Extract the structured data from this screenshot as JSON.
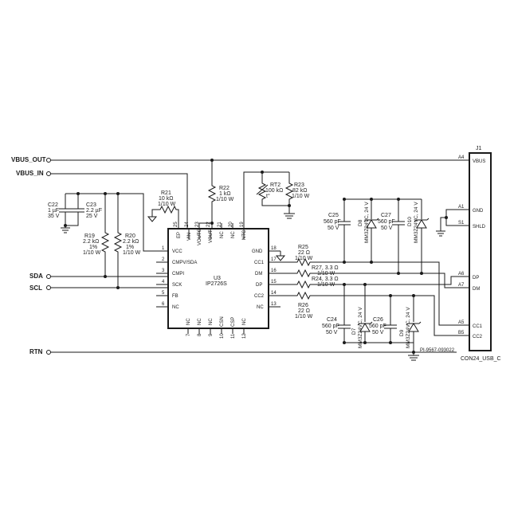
{
  "nets": {
    "vbus_out": "VBUS_OUT",
    "vbus_in": "VBUS_IN",
    "sda": "SDA",
    "scl": "SCL",
    "rtn": "RTN"
  },
  "ic": {
    "ref": "U3",
    "part": "IP2726S",
    "left_pins": [
      {
        "num": "1",
        "name": "VCC"
      },
      {
        "num": "2",
        "name": "CMPV/SDA"
      },
      {
        "num": "3",
        "name": "CMPI"
      },
      {
        "num": "4",
        "name": "SCK"
      },
      {
        "num": "5",
        "name": "FB"
      },
      {
        "num": "6",
        "name": "NC"
      }
    ],
    "right_pins": [
      {
        "num": "18",
        "name": "GND"
      },
      {
        "num": "17",
        "name": "CC1"
      },
      {
        "num": "16",
        "name": "DM"
      },
      {
        "num": "15",
        "name": "DP"
      },
      {
        "num": "14",
        "name": "CC2"
      },
      {
        "num": "13",
        "name": "NC"
      }
    ],
    "top_pins": [
      {
        "num": "25",
        "name": "EP"
      },
      {
        "num": "24",
        "name": "VIN"
      },
      {
        "num": "23",
        "name": "VOUTG"
      },
      {
        "num": "22",
        "name": "VOUT"
      },
      {
        "num": "21",
        "name": "NC"
      },
      {
        "num": "20",
        "name": "NC"
      },
      {
        "num": "19",
        "name": "NTC"
      }
    ],
    "bottom_pins": [
      {
        "num": "7",
        "name": "NC"
      },
      {
        "num": "8",
        "name": "NC"
      },
      {
        "num": "9",
        "name": "NC"
      },
      {
        "num": "10",
        "name": "CSN"
      },
      {
        "num": "11",
        "name": "CSP"
      },
      {
        "num": "12",
        "name": "NC"
      }
    ]
  },
  "components": {
    "c22": {
      "ref": "C22",
      "v1": "1 µF",
      "v2": "35 V"
    },
    "c23": {
      "ref": "C23",
      "v1": "2.2 µF",
      "v2": "25 V"
    },
    "r19": {
      "ref": "R19",
      "v1": "2.2 kΩ",
      "v2": "1%",
      "v3": "1/10 W"
    },
    "r20": {
      "ref": "R20",
      "v1": "2.2 kΩ",
      "v2": "1%",
      "v3": "1/10 W"
    },
    "r21": {
      "ref": "R21",
      "v1": "10 kΩ",
      "v2": "1/10 W"
    },
    "r22": {
      "ref": "R22",
      "v1": "1 kΩ",
      "v2": "1/10 W"
    },
    "rt2": {
      "ref": "RT2",
      "v1": "100 kΩ",
      "v2": "t°"
    },
    "r23": {
      "ref": "R23",
      "v1": "82 kΩ",
      "v2": "1/10 W"
    },
    "r25": {
      "ref": "R25",
      "v1": "22 Ω",
      "v2": "1/10 W"
    },
    "r27": {
      "ref": "R27, 3.3 Ω",
      "v1": "1/10 W"
    },
    "r24": {
      "ref": "R24, 3.3 Ω",
      "v1": "1/10 W"
    },
    "r26": {
      "ref": "R26",
      "v1": "22 Ω",
      "v2": "1/10 W"
    },
    "c25": {
      "ref": "C25",
      "v1": "560 pF",
      "v2": "50 V"
    },
    "c27": {
      "ref": "C27",
      "v1": "560 pF",
      "v2": "50 V"
    },
    "c24": {
      "ref": "C24",
      "v1": "560 pF",
      "v2": "50 V"
    },
    "c26": {
      "ref": "C26",
      "v1": "560 pF",
      "v2": "50 V"
    },
    "d8": {
      "ref": "D8",
      "part": "MM3Z24VC, 24 V"
    },
    "d10": {
      "ref": "D10",
      "part": "MM3Z24VC, 24 V"
    },
    "d7": {
      "ref": "D7",
      "part": "MM3Z24VC, 24 V"
    },
    "d9": {
      "ref": "D9",
      "part": "MM3Z24VC, 24 V"
    }
  },
  "connector": {
    "ref": "J1",
    "part": "CON24_USB_C",
    "pins": [
      {
        "num": "A4",
        "name": "VBUS"
      },
      {
        "num": "A1",
        "name": "GND"
      },
      {
        "num": "S1",
        "name": "SHLD"
      },
      {
        "num": "A6",
        "name": "DP"
      },
      {
        "num": "A7",
        "name": "DM"
      },
      {
        "num": "A5",
        "name": "CC1"
      },
      {
        "num": "B5",
        "name": "CC2"
      }
    ]
  },
  "drawing_id": "PI-9567-093022"
}
